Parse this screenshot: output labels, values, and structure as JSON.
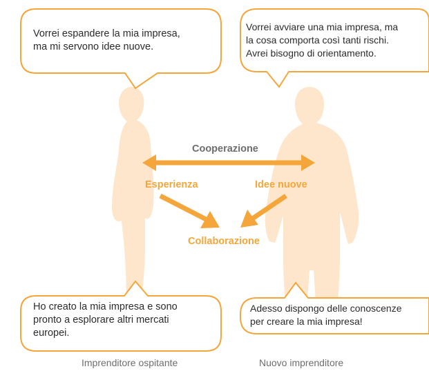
{
  "colors": {
    "accent": "#F4A63A",
    "silhouette": "#FDE6CC",
    "label_gray": "#6D6D6D",
    "text": "#2B2B2B"
  },
  "bubbles": {
    "top_left": {
      "line1": "Vorrei espandere la mia impresa,",
      "line2": "ma mi servono idee nuove."
    },
    "top_right": {
      "line1": "Vorrei avviare una mia impresa, ma",
      "line2": "la cosa comporta così tanti rischi.",
      "line3": "Avrei bisogno di orientamento."
    },
    "bottom_left": {
      "line1": "Ho creato la mia impresa e sono",
      "line2": "pronto a esplorare altri mercati",
      "line3": "europei."
    },
    "bottom_right": {
      "line1": "Adesso dispongo delle conoscenze",
      "line2": "per creare la mia impresa!"
    }
  },
  "flow": {
    "cooperation": "Cooperazione",
    "experience": "Esperienza",
    "new_ideas": "Idee nuove",
    "collaboration": "Collaborazione"
  },
  "captions": {
    "host": "Imprenditore ospitante",
    "new": "Nuovo imprenditore"
  },
  "icons": {
    "left_figure": "woman-silhouette-icon",
    "right_figure": "man-silhouette-icon"
  }
}
